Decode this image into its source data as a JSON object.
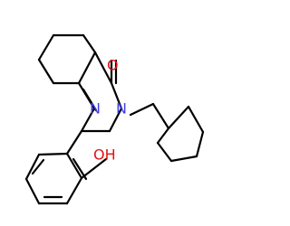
{
  "molecule": {
    "atom_labels": {
      "n1": "N",
      "n3": "N",
      "o_carbonyl": "O",
      "oh": "OH"
    },
    "colors": {
      "bond": "#000000",
      "nitrogen": "#3f3fe6",
      "oxygen": "#e01212",
      "background": "#ffffff"
    }
  }
}
